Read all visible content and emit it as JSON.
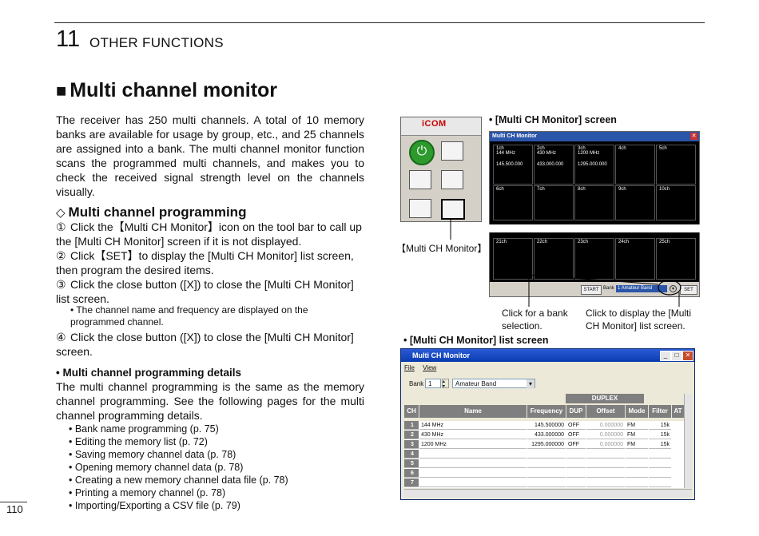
{
  "header": {
    "chapter_number": "11",
    "chapter_title": "OTHER FUNCTIONS"
  },
  "section": {
    "marker": "■",
    "title": "Multi channel monitor"
  },
  "intro": "The receiver has 250 multi channels. A total of 10 memory banks are available for usage by group, etc., and 25 channels are assigned into a bank. The multi channel monitor function scans the programmed multi channels, and makes you to check the received signal strength level on the channels visually.",
  "subsection": {
    "marker": "◇",
    "title": "Multi channel programming"
  },
  "steps": [
    {
      "num": "①",
      "text": "Click the【Multi CH Monitor】icon on the tool bar to call up the [Multi CH Monitor] screen if it is not displayed."
    },
    {
      "num": "②",
      "text": "Click【SET】to display the [Multi CH Monitor] list screen, then program the desired items."
    },
    {
      "num": "③",
      "text": "Click the close button ([X]) to close the [Multi CH Monitor] list screen."
    },
    {
      "num": "④",
      "text": "Click the close button ([X]) to close the [Multi CH Monitor] screen."
    }
  ],
  "step3_note": "• The channel name and frequency are displayed on the programmed channel.",
  "details": {
    "heading": "• Multi channel programming details",
    "text": "The multi channel programming is the same as the memory channel programming. See the following pages for the multi channel programming details.",
    "bullets": [
      "• Bank name programming (p. 75)",
      "• Editing the memory list (p. 72)",
      "• Saving memory channel data (p. 78)",
      "• Opening memory channel data (p. 78)",
      "• Creating a new memory channel data file (p. 78)",
      "• Printing a memory channel (p. 78)",
      "• Importing/Exporting a CSV file (p. 79)"
    ]
  },
  "page_number": "110",
  "figure1": {
    "caption": "• [Multi CH Monitor] screen",
    "toolbar_label": "【Multi CH Monitor】",
    "logo": "iCOM",
    "window_title": "Multi CH Monitor",
    "close_glyph": "✕",
    "cells_row1": [
      {
        "ch": "1ch",
        "name": "144 MHz",
        "freq": "145.500.000"
      },
      {
        "ch": "2ch",
        "name": "430 MHz",
        "freq": "433.000.000"
      },
      {
        "ch": "3ch",
        "name": "1200 MHz",
        "freq": "1295.000.000"
      },
      {
        "ch": "4ch",
        "name": "",
        "freq": ""
      },
      {
        "ch": "5ch",
        "name": "",
        "freq": ""
      }
    ],
    "cells_row2": [
      "6ch",
      "7ch",
      "8ch",
      "9ch",
      "10ch"
    ],
    "cells_row3": [
      "21ch",
      "22ch",
      "23ch",
      "24ch",
      "25ch"
    ],
    "start_label": "START",
    "bank_label": "Bank",
    "bank_value": "1  Amateur Band",
    "set_label": "SET",
    "callout_left": "Click for a bank selection.",
    "callout_right": "Click to display the [Multi CH Monitor] list screen."
  },
  "figure2": {
    "caption": "• [Multi CH Monitor] list screen",
    "window_title": "Multi CH Monitor",
    "menu": [
      "File",
      "View"
    ],
    "bank_label": "Bank",
    "bank_num": "1",
    "bank_name": "Amateur Band",
    "duplex_header": "DUPLEX",
    "columns": [
      "CH",
      "Name",
      "Frequency",
      "DUP",
      "Offset",
      "Mode",
      "Filter",
      "AT"
    ],
    "rows": [
      {
        "ch": "1",
        "name": "144 MHz",
        "freq": "145.500000",
        "dup": "OFF",
        "offset": "0.000000",
        "mode": "FM",
        "filter": "15k"
      },
      {
        "ch": "2",
        "name": "430 MHz",
        "freq": "433.000000",
        "dup": "OFF",
        "offset": "0.000000",
        "mode": "FM",
        "filter": "15k"
      },
      {
        "ch": "3",
        "name": "1200 MHz",
        "freq": "1295.000000",
        "dup": "OFF",
        "offset": "0.000000",
        "mode": "FM",
        "filter": "15k"
      },
      {
        "ch": "4",
        "name": "",
        "freq": "",
        "dup": "",
        "offset": "",
        "mode": "",
        "filter": ""
      },
      {
        "ch": "5",
        "name": "",
        "freq": "",
        "dup": "",
        "offset": "",
        "mode": "",
        "filter": ""
      },
      {
        "ch": "6",
        "name": "",
        "freq": "",
        "dup": "",
        "offset": "",
        "mode": "",
        "filter": ""
      },
      {
        "ch": "7",
        "name": "",
        "freq": "",
        "dup": "",
        "offset": "",
        "mode": "",
        "filter": ""
      }
    ]
  }
}
